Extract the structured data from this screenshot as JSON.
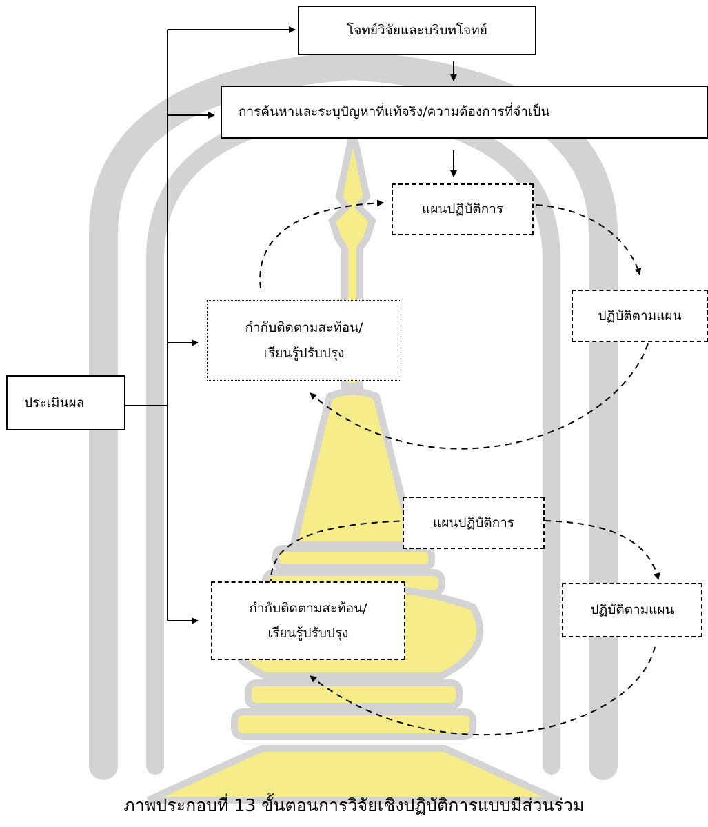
{
  "nodes": {
    "problem": "โจทย์วิจัยและบริบทโจทย์",
    "needs": "การค้นหาและระบุปัญหาที่แท้จริง/ความต้องการที่จำเป็น",
    "plan1": "แผนปฏิบัติการ",
    "act1": "ปฏิบัติตามแผน",
    "reflect1_line1": "กำกับติดตามสะท้อน/",
    "reflect1_line2": "เรียนรู้ปรับปรุง",
    "evaluate": "ประเมินผล",
    "plan2": "แผนปฏิบัติการ",
    "act2": "ปฏิบัติตามแผน",
    "reflect2_line1": "กำกับติดตามสะท้อน/",
    "reflect2_line2": "เรียนรู้ปรับปรุง"
  },
  "caption": "ภาพประกอบที่  13 ขั้นตอนการวิจัยเชิงปฏิบัติการแบบมีส่วนร่วม",
  "colors": {
    "watermark_gray": "#d3d3d3",
    "watermark_yellow": "#f7ec8a",
    "ink": "#000000"
  }
}
